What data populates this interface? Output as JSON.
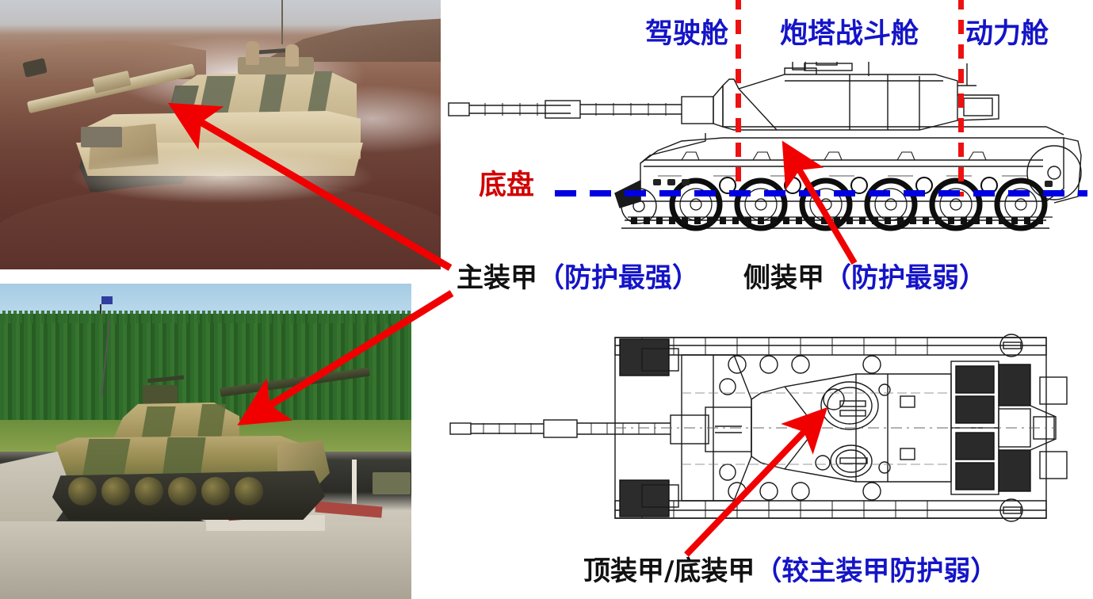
{
  "slide": {
    "topic": "tank-armor-zones",
    "background_color": "#ffffff"
  },
  "colors": {
    "label_blue": "#1414C8",
    "label_red": "#D00000",
    "label_black": "#111111",
    "divider_red": "#EE1111",
    "baseline_blue": "#0000E0",
    "arrow_red": "#F00000"
  },
  "compartment_labels": [
    {
      "id": "driver",
      "text": "驾驶舱",
      "color_role": "blue"
    },
    {
      "id": "turret",
      "text": "炮塔战斗舱",
      "color_role": "blue"
    },
    {
      "id": "power",
      "text": "动力舱",
      "color_role": "blue"
    }
  ],
  "chassis_label": {
    "text": "底盘",
    "color_role": "red"
  },
  "armor_callouts": [
    {
      "id": "main-armor",
      "name_text": "主装甲",
      "note_text": "（防护最强）",
      "name_color_role": "black",
      "note_color_role": "blue"
    },
    {
      "id": "side-armor",
      "name_text": "侧装甲",
      "note_text": "（防护最弱）",
      "name_color_role": "black",
      "note_color_role": "blue"
    },
    {
      "id": "top-bottom-armor",
      "name_text": "顶装甲/底装甲",
      "note_text": "（较主装甲防护弱）",
      "name_color_role": "black",
      "note_color_role": "blue"
    }
  ],
  "photos": [
    {
      "id": "desert-tank-photo",
      "caption": ""
    },
    {
      "id": "jumping-tank-photo",
      "caption": ""
    }
  ],
  "drawings": [
    {
      "id": "tank-side-view-drawing",
      "road_wheels": 6
    },
    {
      "id": "tank-top-view-drawing",
      "road_wheels": 0
    }
  ]
}
